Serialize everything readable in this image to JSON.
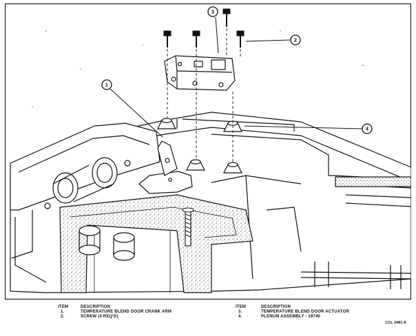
{
  "callouts": [
    "1",
    "2",
    "3",
    "4"
  ],
  "legend": {
    "left": {
      "item_header": "ITEM",
      "desc_header": "DESCRIPTION",
      "rows": [
        {
          "num": "1.",
          "text": "TEMPERATURE BLEND DOOR CRANK ARM"
        },
        {
          "num": "2.",
          "text": "SCREW (4 REQ'D)"
        }
      ]
    },
    "right": {
      "item_header": "ITEM",
      "desc_header": "DESCRIPTION",
      "rows": [
        {
          "num": "3.",
          "text": "TEMPERATURE BLEND DOOR ACTUATOR"
        },
        {
          "num": "4.",
          "text": "PLENUM ASSEMBLY - 19740"
        }
      ]
    }
  },
  "reference_code": "CCL 3481-A"
}
